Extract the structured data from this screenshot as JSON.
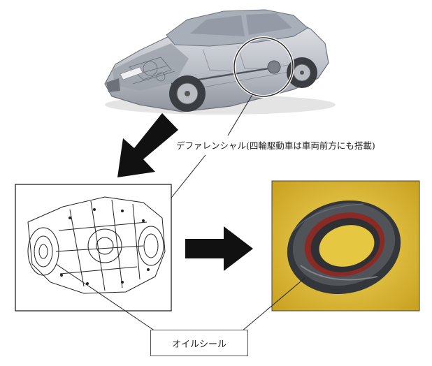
{
  "labels": {
    "differential": "デファレンシャル(四輪駆動車は車両前方にも搭載)",
    "oil_seal": "オイルシール"
  },
  "colors": {
    "car_body": "#c9ccd2",
    "car_glass": "#9aa2ad",
    "arrow": "#111111",
    "seal_background": "#e2c23a",
    "seal_rubber": "#2e3034",
    "seal_lip_red": "#8a2a24"
  },
  "icons": {
    "car": "cutaway-car-illustration",
    "diff_drawing": "differential-line-drawing",
    "seal_photo": "oil-seal-photo",
    "arrow_down": "diagonal-down-left-arrow",
    "arrow_right": "right-arrow"
  }
}
